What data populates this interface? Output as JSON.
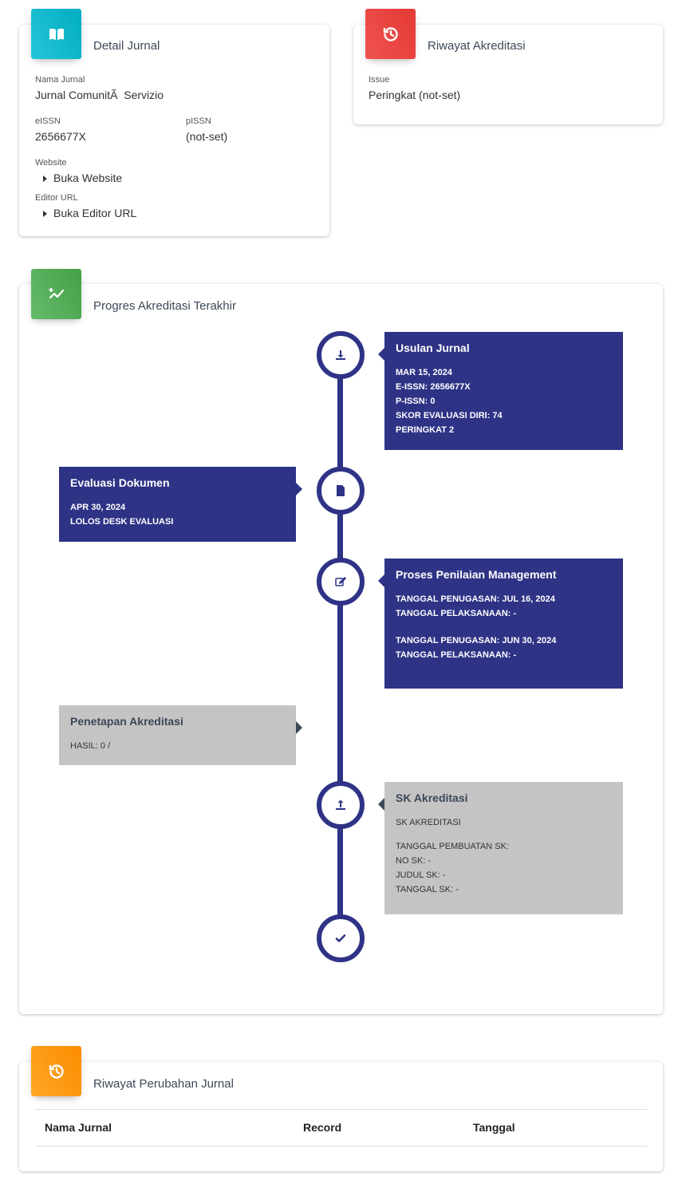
{
  "detail": {
    "title": "Detail Jurnal",
    "nama_label": "Nama Jurnal",
    "nama_value": "Jurnal ComunitÃ  Servizio",
    "eissn_label": "eISSN",
    "eissn_value": "2656677X",
    "pissn_label": "pISSN",
    "pissn_value": "(not-set)",
    "website_label": "Website",
    "website_link": "Buka Website",
    "editor_label": "Editor URL",
    "editor_link": "Buka Editor URL",
    "icon": "book-open-icon"
  },
  "riwayat": {
    "title": "Riwayat Akreditasi",
    "issue_label": "Issue",
    "issue_value": "Peringkat (not-set)",
    "icon": "history-icon"
  },
  "progres": {
    "title": "Progres Akreditasi Terakhir",
    "icon": "trend-icon",
    "steps": [
      {
        "title": "Usulan Jurnal",
        "lines": [
          "MAR 15, 2024",
          "E-ISSN: 2656677X",
          "P-ISSN: 0",
          "SKOR EVALUASI DIRI: 74",
          "PERINGKAT 2"
        ],
        "icon": "download-icon"
      },
      {
        "title": "Evaluasi Dokumen",
        "lines": [
          "APR 30, 2024",
          "LOLOS DESK EVALUASI"
        ],
        "icon": "file-icon"
      },
      {
        "title": "Proses Penilaian Management",
        "lines_a": [
          "TANGGAL PENUGASAN: JUL 16, 2024",
          "TANGGAL PELAKSANAAN: -"
        ],
        "lines_b": [
          "TANGGAL PENUGASAN: JUN 30, 2024",
          "TANGGAL PELAKSANAAN: -"
        ],
        "icon": "edit-icon"
      },
      {
        "title": "Penetapan Akreditasi",
        "lines": [
          "HASIL: 0 /"
        ]
      },
      {
        "title": "SK Akreditasi",
        "line_top": "SK AKREDITASI",
        "lines": [
          "TANGGAL PEMBUATAN SK:",
          "NO SK: -",
          "JUDUL SK: -",
          "TANGGAL SK: -"
        ],
        "icon": "upload-icon"
      },
      {
        "icon": "check-icon"
      }
    ]
  },
  "perubahan": {
    "title": "Riwayat Perubahan Jurnal",
    "icon": "history-icon",
    "columns": [
      "Nama Jurnal",
      "Record",
      "Tanggal"
    ]
  },
  "colors": {
    "timeline": "#2e3386",
    "pending": "#c4c4c4"
  }
}
